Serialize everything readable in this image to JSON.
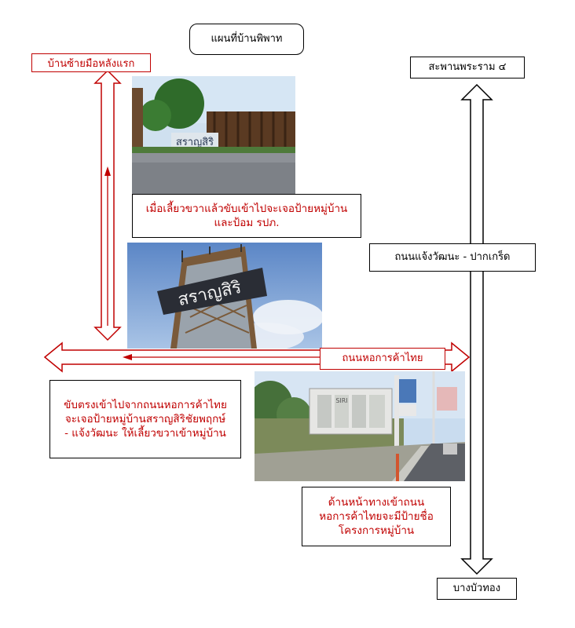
{
  "title": "แผนที่บ้านพิพาท",
  "labels": {
    "left_top": "บ้านซ้ายมือหลังแรก",
    "right_top": "สะพานพระราม ๔",
    "main_road": "ถนนแจ้งวัฒนะ - ปากเกร็ด",
    "side_road": "ถนนหอการค้าไทย",
    "right_bottom": "บางบัวทอง"
  },
  "notes": {
    "photo1_caption": "เมื่อเลี้ยวขวาแล้วขับเข้าไปจะเจอป้ายหมู่บ้านและป้อม รปภ.",
    "directions": "ขับตรงเข้าไปจากถนนหอการค้าไทยจะเจอป้ายหมู่บ้านสราญสิริชัยพฤกษ์ - แจ้งวัฒนะ ให้เลี้ยวขวาเข้าหมู่บ้าน",
    "photo3_caption": "ด้านหน้าทางเข้าถนนหอการค้าไทยจะมีป้ายชื่อโครงการหมู่บ้าน"
  },
  "sign_texts": {
    "gate_sign": "สราญสิริ",
    "pylon_sign": "สราญสิริ",
    "roadside_sign": "SIRI"
  },
  "colors": {
    "red": "#c00000",
    "black": "#000000"
  }
}
